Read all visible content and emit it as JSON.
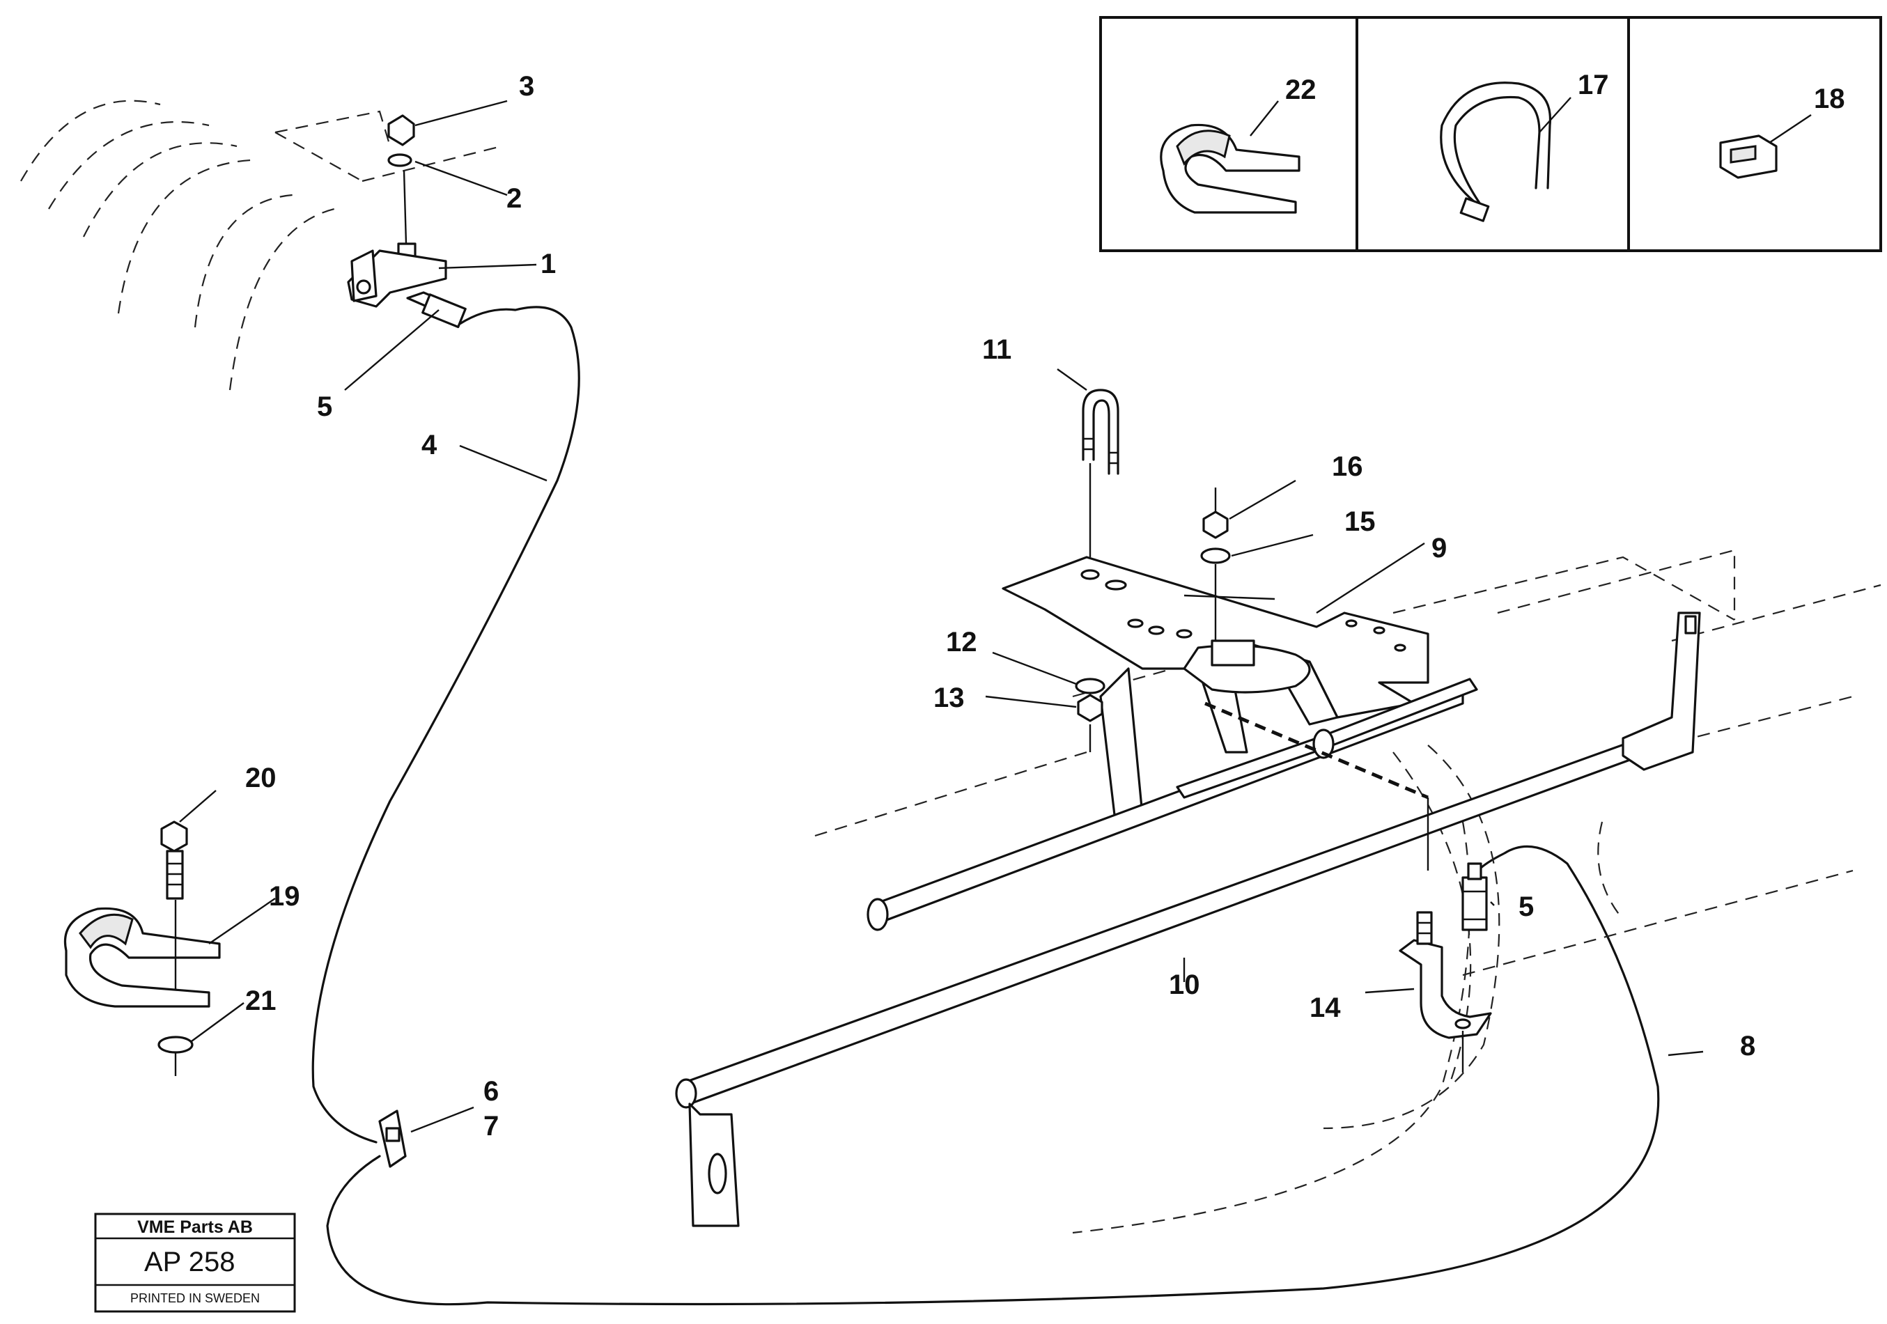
{
  "callouts": {
    "c1": "1",
    "c2": "2",
    "c3": "3",
    "c4": "4",
    "c5a": "5",
    "c5b": "5",
    "c6": "6",
    "c7": "7",
    "c8": "8",
    "c9": "9",
    "c10": "10",
    "c11": "11",
    "c12": "12",
    "c13": "13",
    "c14": "14",
    "c15": "15",
    "c16": "16",
    "c17": "17",
    "c18": "18",
    "c19": "19",
    "c20": "20",
    "c21": "21",
    "c22": "22"
  },
  "stamp": {
    "company": "VME Parts AB",
    "code": "AP 258",
    "printed": "PRINTED IN SWEDEN"
  }
}
